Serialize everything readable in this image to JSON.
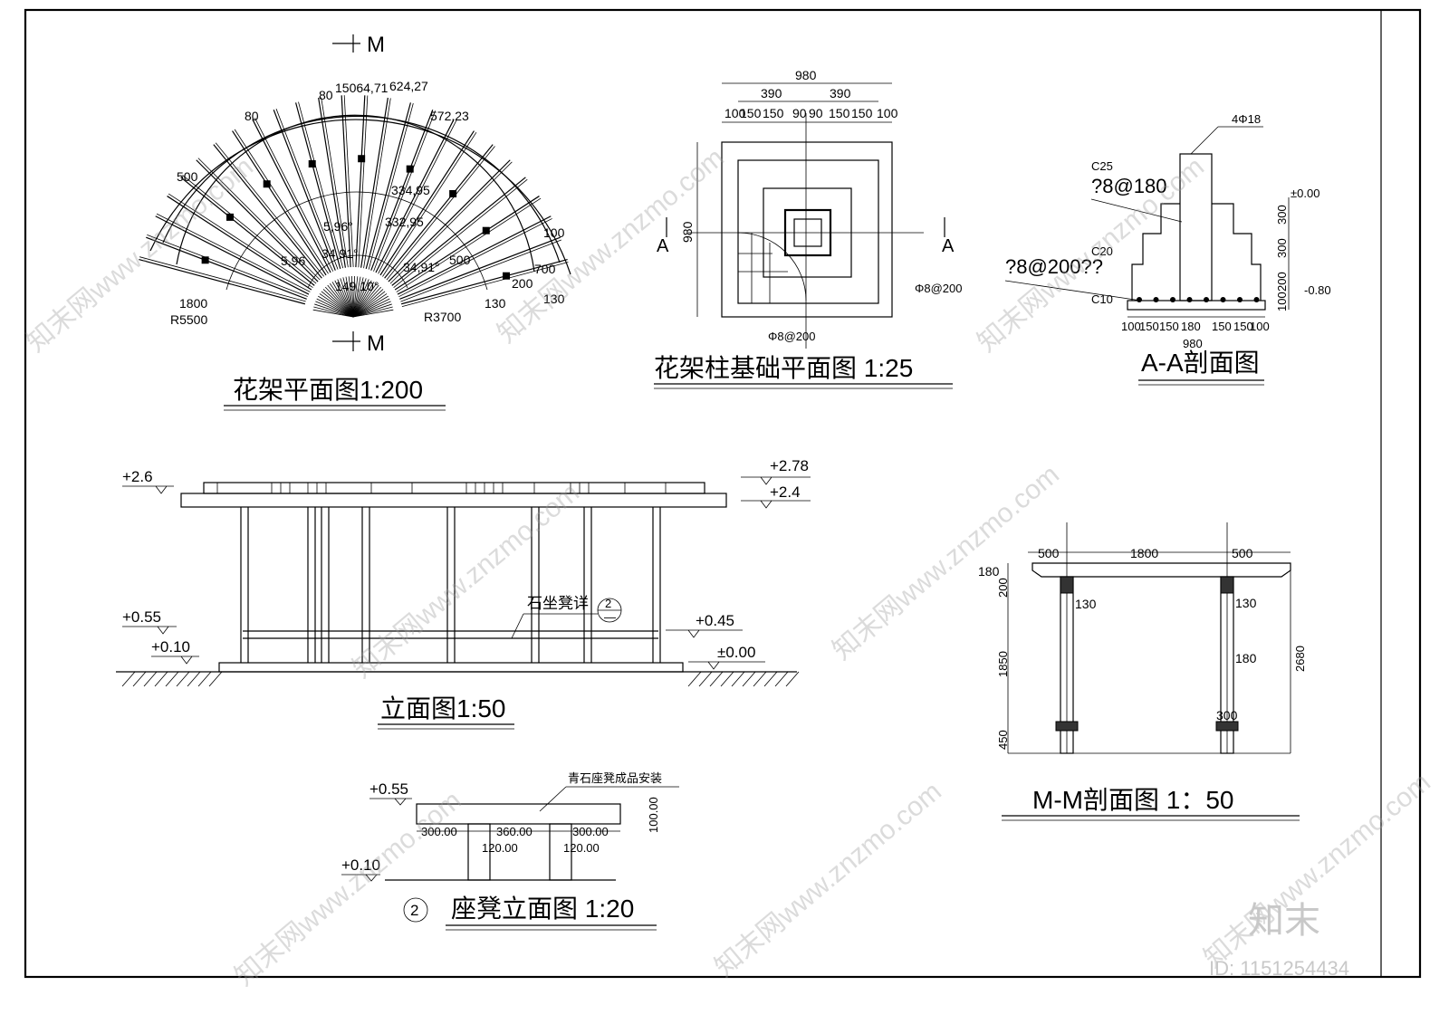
{
  "plan": {
    "title": "花架平面图1:200",
    "section_mark_top": "M",
    "section_mark_bottom": "M",
    "dims": {
      "d80a": "80",
      "d80b": "80",
      "arc1": "15064,71",
      "arc2": "624,27",
      "arc3": "572,23",
      "d500": "500",
      "d334": "334,95",
      "d332": "332,95",
      "a596a": "5,96°",
      "a596b": "5,96",
      "a3491a": "34,91°",
      "a3491b": "34,91°",
      "a14910": "149,10°",
      "d500b": "500",
      "d1800": "1800",
      "r5500": "R5500",
      "r3700": "R3700",
      "d130a": "130",
      "d130b": "130",
      "d200": "200",
      "d700": "700",
      "d100": "100"
    }
  },
  "foundation": {
    "title": "花架柱基础平面图  1:25",
    "w980": "980",
    "d390a": "390",
    "d390b": "390",
    "row": [
      "100",
      "150",
      "150",
      "90",
      "90",
      "150",
      "150",
      "100"
    ],
    "h980": "980",
    "sec_a_left": "A",
    "sec_a_right": "A",
    "rebar1": "Φ8@200",
    "rebar2": "Φ8@200"
  },
  "section_aa": {
    "title": "A-A剖面图",
    "bar": "4Φ18",
    "c25": "C25",
    "stir": "?8@180",
    "c20": "C20",
    "mesh": "?8@200??",
    "c10": "C10",
    "lvl0": "±0.00",
    "lvl1": "-0.80",
    "v300a": "300",
    "v300b": "300",
    "v200": "200",
    "v100": "100",
    "row": [
      "100",
      "150",
      "150",
      "180",
      "150",
      "150",
      "100"
    ],
    "w980": "980"
  },
  "elevation": {
    "title": "立面图1:50",
    "lvl_26": "+2.6",
    "lvl_278": "+2.78",
    "lvl_24": "+2.4",
    "lvl_055": "+0.55",
    "lvl_010": "+0.10",
    "lvl_045": "+0.45",
    "lvl_000": "±0.00",
    "bench_note": "石坐凳详",
    "bench_ref_num": "2",
    "bench_ref_sheet": "—"
  },
  "mm_section": {
    "title": "M-M剖面图  1：50",
    "top": [
      "500",
      "1800",
      "500"
    ],
    "d180": "180",
    "d200": "200",
    "d130a": "130",
    "d130b": "130",
    "d180b": "180",
    "d1850": "1850",
    "d450": "450",
    "d300": "300",
    "d2680": "2680"
  },
  "bench": {
    "title": "座凳立面图  1:20",
    "ref_num": "2",
    "note": "青石座凳成品安装",
    "lvl_055": "+0.55",
    "lvl_010": "+0.10",
    "d300a": "300.00",
    "d360": "360.00",
    "d300b": "300.00",
    "d120a": "120.00",
    "d120b": "120.00",
    "d100": "100.00"
  },
  "watermark": {
    "text": "知末网www.znzmo.com",
    "brand": "知末",
    "id": "ID: 1151254434"
  }
}
